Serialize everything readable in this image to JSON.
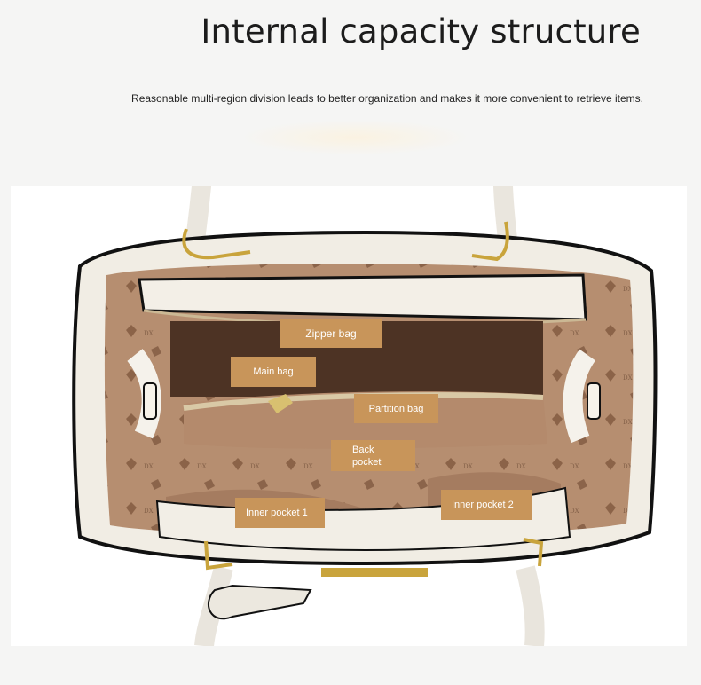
{
  "header": {
    "title": "Internal capacity structure",
    "subtitle": "Reasonable multi-region division leads to better organization and makes it more convenient to retrieve items."
  },
  "labels": {
    "zipper_bag": "Zipper bag",
    "main_bag": "Main bag",
    "partition_bag": "Partition bag",
    "back_pocket_line1": "Back",
    "back_pocket_line2": "pocket",
    "inner_pocket_1": "Inner pocket 1",
    "inner_pocket_2": "Inner pocket 2"
  },
  "colors": {
    "label_bg": "#c8955a",
    "bag_exterior": "#f1ede4",
    "bag_lining": "#b48a6c",
    "hardware": "#c9a43c",
    "piping": "#111111"
  }
}
